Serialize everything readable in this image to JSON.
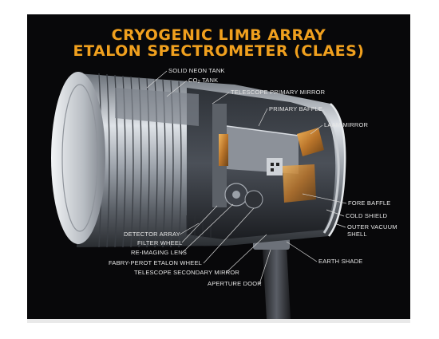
{
  "title": {
    "line1": "CRYOGENIC LIMB ARRAY",
    "line2": "ETALON SPECTROMETER (CLAES)"
  },
  "labels": {
    "solid_neon_tank": "SOLID NEON TANK",
    "co2_tank_prefix": "CO",
    "co2_tank_sub": "2",
    "co2_tank_suffix": " TANK",
    "telescope_primary_mirror": "TELESCOPE PRIMARY MIRROR",
    "primary_baffle": "PRIMARY BAFFLE",
    "laam_mirror": "LAAM MIRROR",
    "fore_baffle": "FORE BAFFLE",
    "cold_shield": "COLD SHIELD",
    "outer_vacuum_shell_1": "OUTER VACUUM",
    "outer_vacuum_shell_2": "SHELL",
    "earth_shade": "EARTH SHADE",
    "detector_array": "DETECTOR ARRAY",
    "filter_wheel": "FILTER WHEEL",
    "re_imaging_lens": "RE-IMAGING LENS",
    "fabry_perot_etalon_wheel": "FABRY-PEROT ETALON WHEEL",
    "telescope_secondary_mirror": "TELESCOPE SECONDARY MIRROR",
    "aperture_door": "APERTURE DOOR"
  },
  "colors": {
    "background": "#08080a",
    "title": "#f0a01e",
    "label": "#e6e6e6",
    "metal": "#b9bec4",
    "accent": "#d08a2a"
  }
}
